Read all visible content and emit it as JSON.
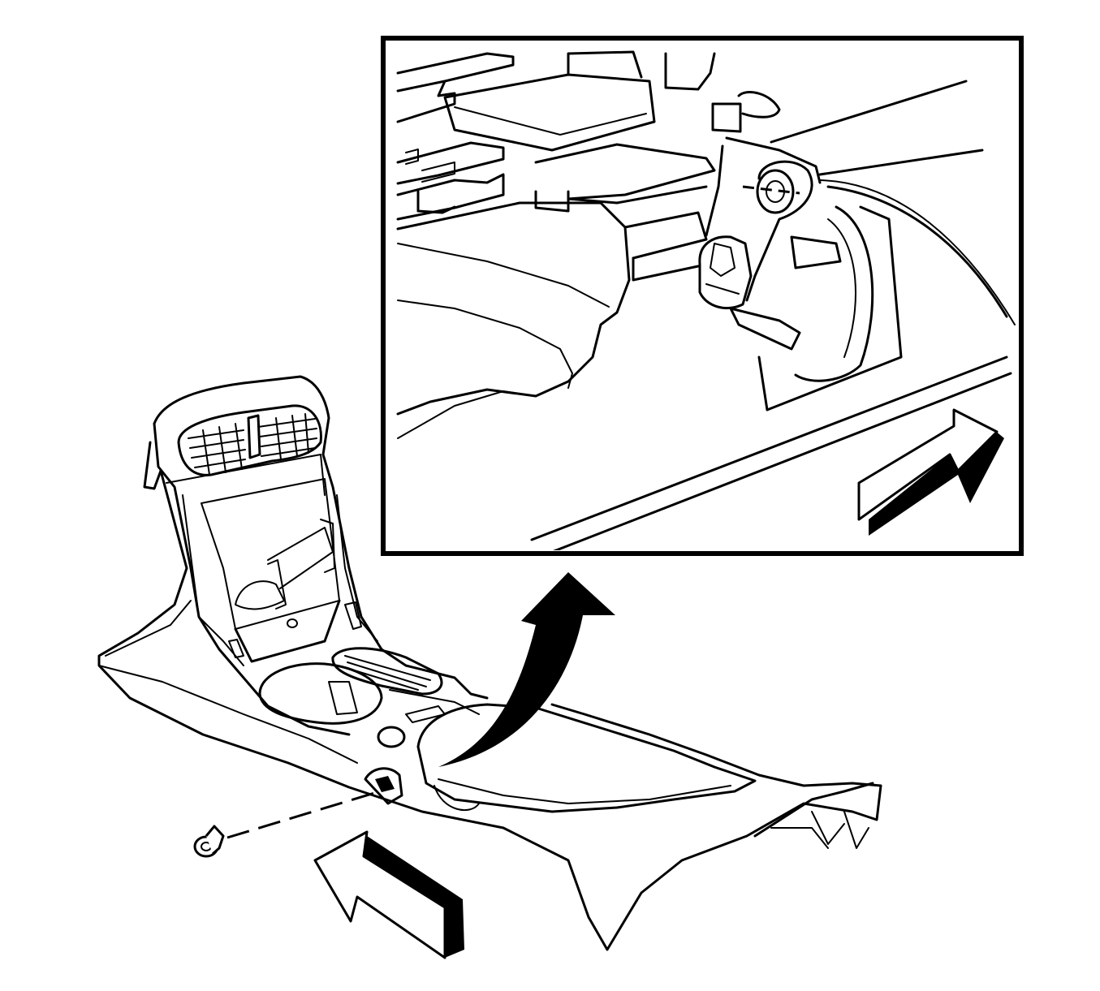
{
  "diagram": {
    "inset_view": {
      "border_color": "#000000"
    },
    "arrows": {
      "callout_arrow": {
        "direction": "curved-up-to-inset"
      },
      "inset_front_arrow": {
        "direction": "upper-right"
      },
      "main_front_arrow": {
        "direction": "upper-left"
      }
    },
    "fastener": {
      "icon": "bolt-icon"
    },
    "colors": {
      "line": "#000000",
      "background": "#ffffff"
    }
  }
}
